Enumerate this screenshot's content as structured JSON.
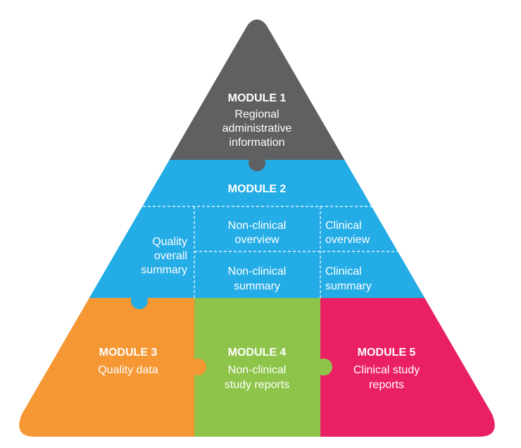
{
  "colors": {
    "module1": "#5f6062",
    "module2": "#24ace6",
    "module3": "#f59733",
    "module4": "#8dc449",
    "module5": "#ea2064",
    "divider": "#ffffff",
    "text": "#ffffff"
  },
  "module1": {
    "title": "MODULE 1",
    "line1": "Regional",
    "line2": "administrative",
    "line3": "information"
  },
  "module2": {
    "title": "MODULE 2",
    "quality_summary": {
      "line1": "Quality",
      "line2": "overall",
      "line3": "summary"
    },
    "nonclinical_overview": {
      "line1": "Non-clinical",
      "line2": "overview"
    },
    "clinical_overview": {
      "line1": "Clinical",
      "line2": "overview"
    },
    "nonclinical_summary": {
      "line1": "Non-clinical",
      "line2": "summary"
    },
    "clinical_summary": {
      "line1": "Clinical",
      "line2": "summary"
    }
  },
  "module3": {
    "title": "MODULE 3",
    "line1": "Quality data"
  },
  "module4": {
    "title": "MODULE 4",
    "line1": "Non-clinical",
    "line2": "study reports"
  },
  "module5": {
    "title": "MODULE 5",
    "line1": "Clinical study",
    "line2": "reports"
  }
}
